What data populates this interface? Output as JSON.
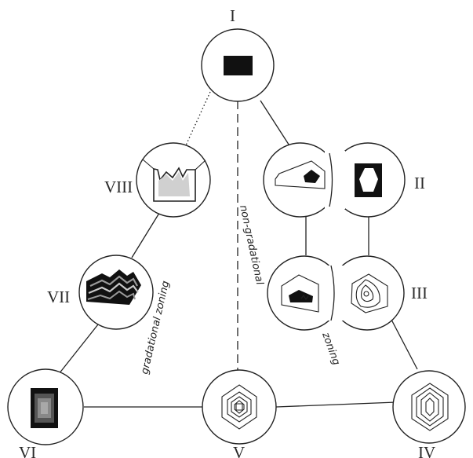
{
  "nodes": {
    "I": "I",
    "II": "II",
    "III": "III",
    "IV": "IV",
    "V": "V",
    "VI": "VI",
    "VII": "VII",
    "VIII": "VIII"
  },
  "annotations": {
    "non_gradational": "non-gradational",
    "gradational_zoning": "gradational zoning",
    "zoning": "zoning"
  }
}
